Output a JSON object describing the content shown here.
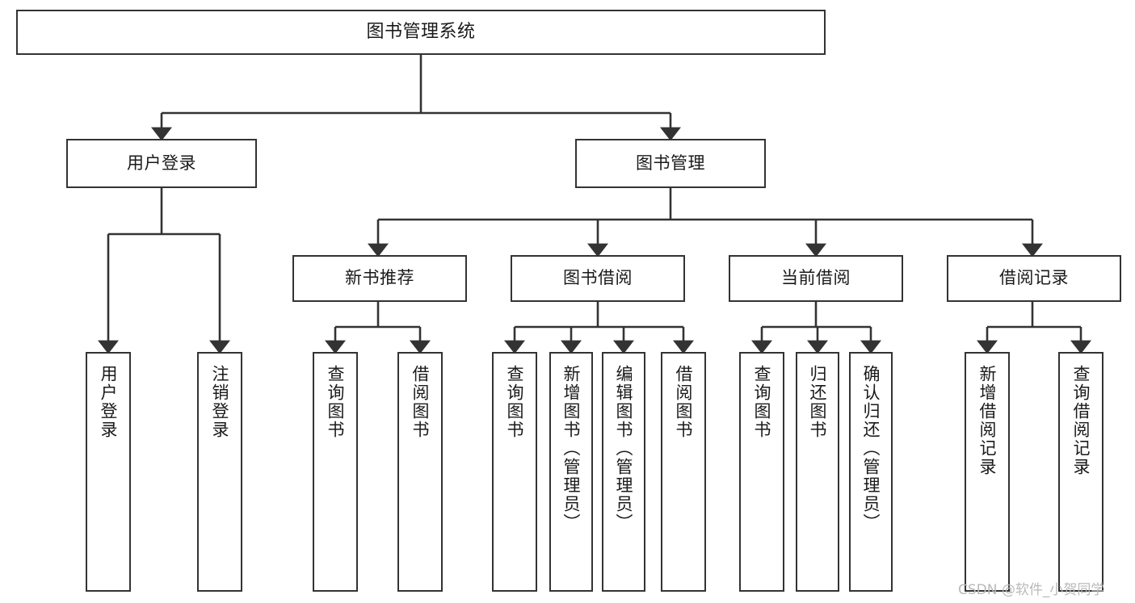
{
  "diagram": {
    "title": "图书管理系统",
    "style": {
      "background": "#ffffff",
      "border_color": "#333333",
      "text_color": "#1a1a1a",
      "watermark_color": "#b9b9b9"
    },
    "watermark": "CSDN @软件_小贺同学",
    "nodes": {
      "root": {
        "label": "图书管理系统"
      },
      "level1": [
        {
          "id": "user-login",
          "label": "用户登录"
        },
        {
          "id": "book-manage",
          "label": "图书管理"
        }
      ],
      "level2": [
        {
          "id": "new-book-recommend",
          "label": "新书推荐"
        },
        {
          "id": "book-borrow",
          "label": "图书借阅"
        },
        {
          "id": "current-borrow",
          "label": "当前借阅"
        },
        {
          "id": "borrow-record",
          "label": "借阅记录"
        }
      ],
      "leaves": {
        "user_login": [
          {
            "id": "leaf-user-login",
            "label": "用户登录"
          },
          {
            "id": "leaf-logout-login",
            "label": "注销登录"
          }
        ],
        "new_book_recommend": [
          {
            "id": "leaf-query-book-1",
            "label": "查询图书"
          },
          {
            "id": "leaf-borrow-book-1",
            "label": "借阅图书"
          }
        ],
        "book_borrow": [
          {
            "id": "leaf-query-book-2",
            "label": "查询图书"
          },
          {
            "id": "leaf-add-book-admin",
            "label": "新增图书（管理员）"
          },
          {
            "id": "leaf-edit-book-admin",
            "label": "编辑图书（管理员）"
          },
          {
            "id": "leaf-borrow-book-2",
            "label": "借阅图书"
          }
        ],
        "current_borrow": [
          {
            "id": "leaf-query-book-3",
            "label": "查询图书"
          },
          {
            "id": "leaf-return-book",
            "label": "归还图书"
          },
          {
            "id": "leaf-confirm-return-admin",
            "label": "确认归还（管理员）"
          }
        ],
        "borrow_record": [
          {
            "id": "leaf-add-borrow-record",
            "label": "新增借阅记录"
          },
          {
            "id": "leaf-query-borrow-record",
            "label": "查询借阅记录"
          }
        ]
      }
    }
  }
}
